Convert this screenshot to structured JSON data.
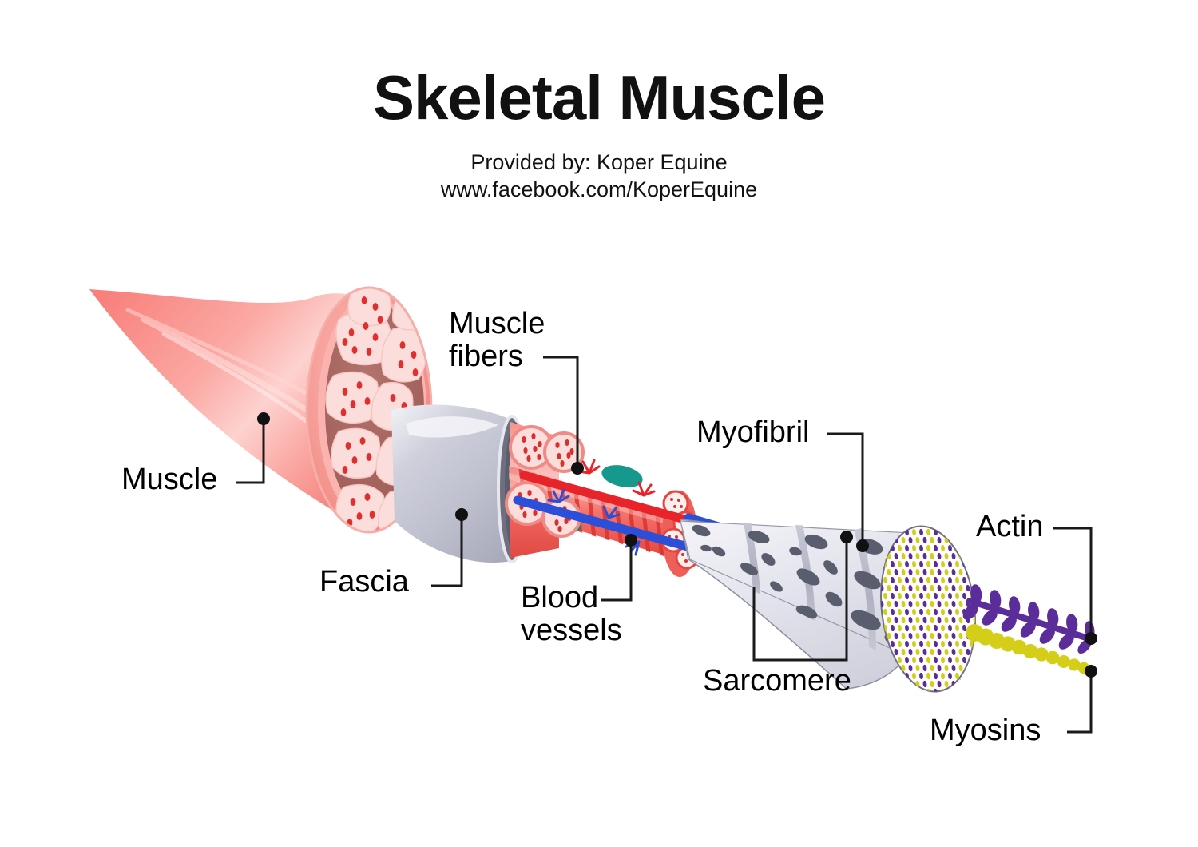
{
  "header": {
    "title": "Skeletal Muscle",
    "provided_by": "Provided by: Koper Equine",
    "website": "www.facebook.com/KoperEquine"
  },
  "labels": {
    "muscle": "Muscle",
    "muscle_fibers": "Muscle\nfibers",
    "fascia": "Fascia",
    "blood_vessels": "Blood\nvessels",
    "myofibril": "Myofibril",
    "sarcomere": "Sarcomere",
    "actin": "Actin",
    "myosins": "Myosins"
  },
  "colors": {
    "background": "#ffffff",
    "text": "#000000",
    "leader_line": "#1a1a1a",
    "muscle_salmon": "#F9807B",
    "muscle_salmon_light": "#FBB0AC",
    "muscle_highlight": "#FDD9D6",
    "endomysium_matrix": "#A86761",
    "fascicle_fill": "#FBDDDC",
    "fascicle_dot": "#E0302E",
    "cross_rim": "#F4948E",
    "fascia_grey": "#BFC0CE",
    "fascia_grey_light": "#E2E3EB",
    "fascia_grey_dark": "#6E7080",
    "fiber_red": "#F4706B",
    "fiber_band_dark": "#E03B36",
    "artery_red": "#E8232A",
    "vein_blue": "#2B4FD8",
    "nucleus_teal": "#16998C",
    "myofibril_pale": "#E4E5EE",
    "myofibril_blob": "#5A5D6E",
    "actin_purple": "#5B2D9B",
    "myosin_yellow": "#D4CE18"
  },
  "diagram": {
    "type": "anatomical-exploded-zoom",
    "sequence": [
      "muscle",
      "fascia",
      "muscle fibers",
      "blood vessels",
      "myofibril",
      "sarcomere",
      "actin",
      "myosins"
    ]
  }
}
